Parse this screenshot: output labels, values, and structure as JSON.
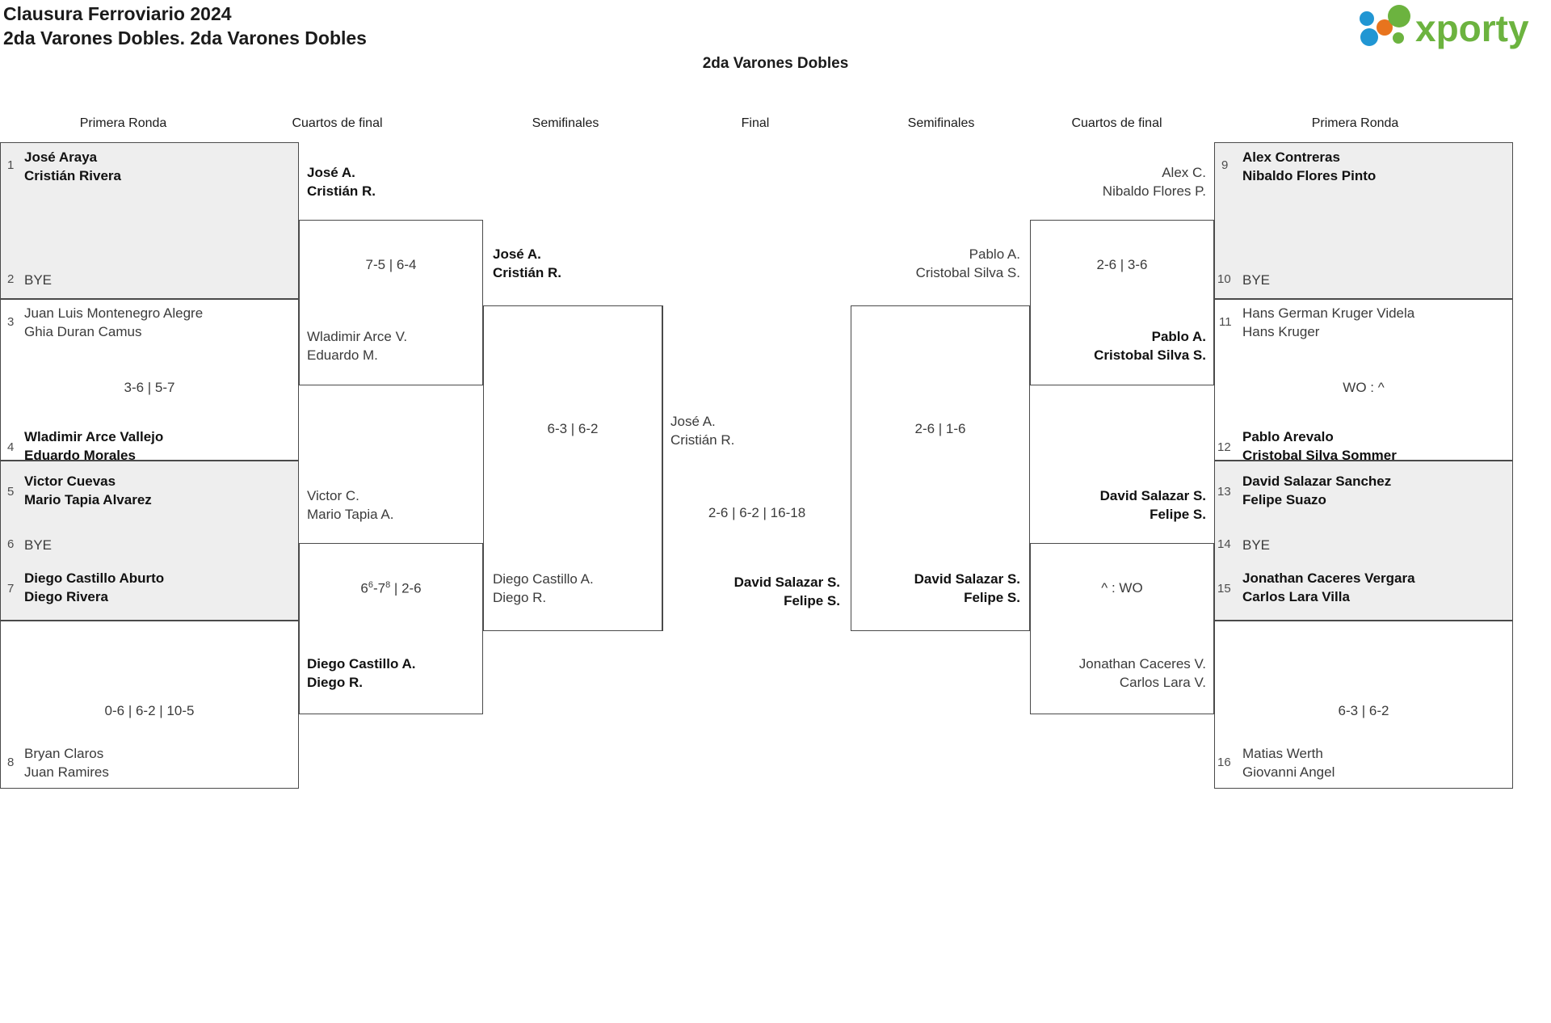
{
  "header": {
    "title_line1": "Clausura Ferroviario 2024",
    "title_line2": "2da Varones Dobles. 2da Varones Dobles",
    "logo_text": "xporty",
    "logo_colors": {
      "green": "#6cb33f",
      "orange": "#e8741e",
      "blue": "#2196d3"
    }
  },
  "category_title": "2da Varones Dobles",
  "round_headers": {
    "r1_left": "Primera Ronda",
    "qf_left": "Cuartos de final",
    "sf_left": "Semifinales",
    "final": "Final",
    "sf_right": "Semifinales",
    "qf_right": "Cuartos de final",
    "r1_right": "Primera Ronda"
  },
  "round1_left": [
    {
      "seed": "1",
      "p1": "José Araya",
      "p2": "Cristián Rivera",
      "winner": true
    },
    {
      "seed": "2",
      "p1": "BYE",
      "p2": "",
      "winner": false
    },
    {
      "seed": "3",
      "p1": "Juan Luis Montenegro Alegre",
      "p2": "Ghia Duran Camus",
      "winner": false
    },
    {
      "seed": "4",
      "p1": "Wladimir Arce Vallejo",
      "p2": "Eduardo Morales",
      "winner": true
    },
    {
      "seed": "5",
      "p1": "Victor Cuevas",
      "p2": "Mario Tapia Alvarez",
      "winner": true
    },
    {
      "seed": "6",
      "p1": "BYE",
      "p2": "",
      "winner": false
    },
    {
      "seed": "7",
      "p1": "Diego Castillo Aburto",
      "p2": "Diego Rivera",
      "winner": true
    },
    {
      "seed": "8",
      "p1": "Bryan Claros",
      "p2": "Juan Ramires",
      "winner": false
    }
  ],
  "round1_left_scores": {
    "match_3_4": "3-6 | 5-7",
    "match_7_8": "0-6 | 6-2 | 10-5"
  },
  "round1_right": [
    {
      "seed": "9",
      "p1": "Alex Contreras",
      "p2": "Nibaldo Flores Pinto",
      "winner": true
    },
    {
      "seed": "10",
      "p1": "BYE",
      "p2": "",
      "winner": false
    },
    {
      "seed": "11",
      "p1": "Hans German Kruger Videla",
      "p2": "Hans Kruger",
      "winner": false
    },
    {
      "seed": "12",
      "p1": "Pablo Arevalo",
      "p2": "Cristobal Silva Sommer",
      "winner": true
    },
    {
      "seed": "13",
      "p1": "David Salazar Sanchez",
      "p2": "Felipe Suazo",
      "winner": true
    },
    {
      "seed": "14",
      "p1": "BYE",
      "p2": "",
      "winner": false
    },
    {
      "seed": "15",
      "p1": "Jonathan Caceres Vergara",
      "p2": "Carlos Lara Villa",
      "winner": true
    },
    {
      "seed": "16",
      "p1": "Matias Werth",
      "p2": "Giovanni Angel",
      "winner": false
    }
  ],
  "round1_right_scores": {
    "match_11_12": "WO : ^",
    "match_15_16": "6-3 | 6-2"
  },
  "quarterfinals_left": [
    {
      "top": {
        "p1": "José A.",
        "p2": "Cristián R.",
        "winner": true
      },
      "bottom": {
        "p1": "Wladimir Arce V.",
        "p2": "Eduardo M.",
        "winner": false
      },
      "score": "7-5 | 6-4"
    },
    {
      "top": {
        "p1": "Victor C.",
        "p2": "Mario Tapia A.",
        "winner": false
      },
      "bottom": {
        "p1": "Diego Castillo A.",
        "p2": "Diego R.",
        "winner": true
      },
      "score_pre": "6",
      "score_sup1": "6",
      "score_mid": "-7",
      "score_sup2": "8",
      "score_post": " | 2-6",
      "score": "6⁶-7⁸ | 2-6"
    }
  ],
  "quarterfinals_right": [
    {
      "top": {
        "p1": "Alex C.",
        "p2": "Nibaldo Flores P.",
        "winner": false
      },
      "bottom": {
        "p1": "Pablo A.",
        "p2": "Cristobal Silva S.",
        "winner": true
      },
      "score": "2-6 | 3-6"
    },
    {
      "top": {
        "p1": "David Salazar S.",
        "p2": "Felipe S.",
        "winner": true
      },
      "bottom": {
        "p1": "Jonathan Caceres V.",
        "p2": "Carlos Lara V.",
        "winner": false
      },
      "score": "^ : WO"
    }
  ],
  "semifinals_left": {
    "top": {
      "p1": "José A.",
      "p2": "Cristián R.",
      "winner": true
    },
    "bottom": {
      "p1": "Diego Castillo A.",
      "p2": "Diego R.",
      "winner": false
    },
    "score": "6-3 | 6-2"
  },
  "semifinals_right": {
    "top": {
      "p1": "Pablo A.",
      "p2": "Cristobal Silva S.",
      "winner": false
    },
    "bottom": {
      "p1": "David Salazar S.",
      "p2": "Felipe S.",
      "winner": true
    },
    "score": "2-6 | 1-6"
  },
  "final": {
    "left": {
      "p1": "José A.",
      "p2": "Cristián R.",
      "winner": false
    },
    "right": {
      "p1": "David Salazar S.",
      "p2": "Felipe S.",
      "winner": true
    },
    "score": "2-6 | 6-2 | 16-18"
  }
}
